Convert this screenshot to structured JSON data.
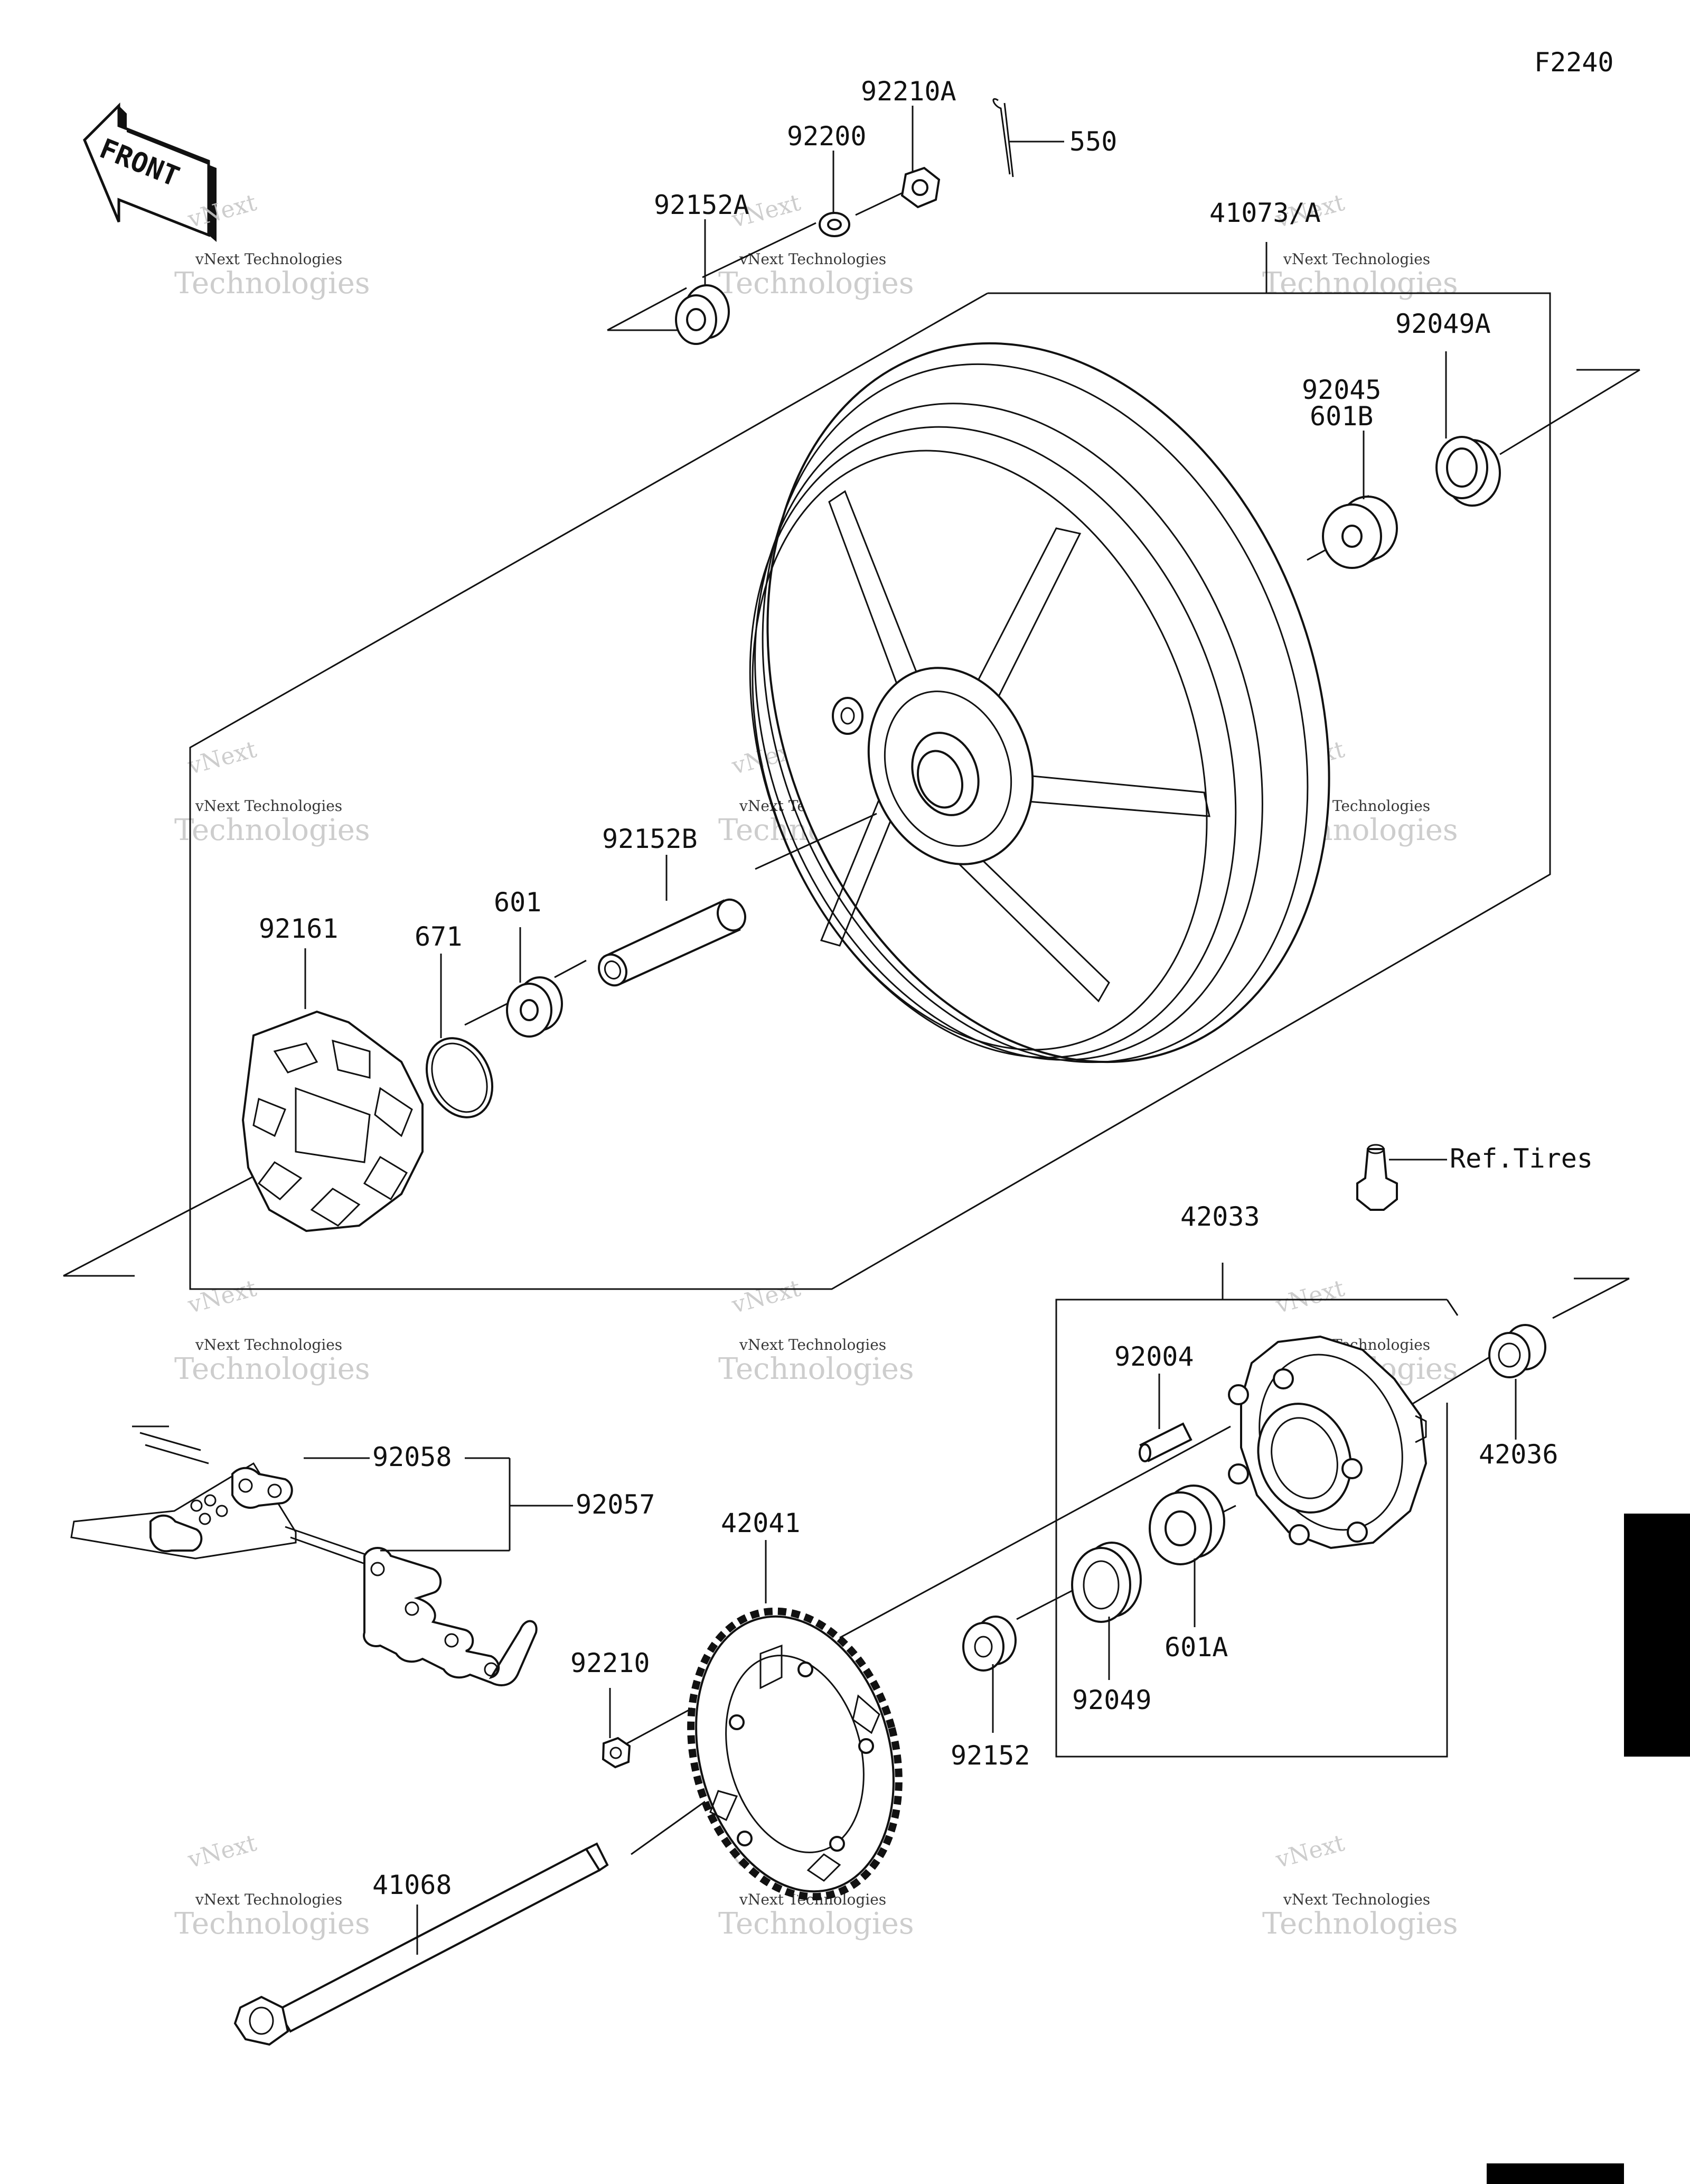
{
  "figure_code": "F2240",
  "front_marker": "FRONT",
  "watermark": {
    "line1": "vNext",
    "line2": "vNext Technologies",
    "line3": "Technologies"
  },
  "callouts": [
    {
      "id": "c-92210A",
      "text": "92210A"
    },
    {
      "id": "c-550",
      "text": "550"
    },
    {
      "id": "c-92200",
      "text": "92200"
    },
    {
      "id": "c-92152A",
      "text": "92152A"
    },
    {
      "id": "c-41073A",
      "text": "41073/A"
    },
    {
      "id": "c-92045",
      "text": "92045"
    },
    {
      "id": "c-601B",
      "text": "601B"
    },
    {
      "id": "c-92049A",
      "text": "92049A"
    },
    {
      "id": "c-92152B",
      "text": "92152B"
    },
    {
      "id": "c-92161",
      "text": "92161"
    },
    {
      "id": "c-671",
      "text": "671"
    },
    {
      "id": "c-601",
      "text": "601"
    },
    {
      "id": "c-reftires",
      "text": "Ref.Tires"
    },
    {
      "id": "c-42033",
      "text": "42033"
    },
    {
      "id": "c-92004",
      "text": "92004"
    },
    {
      "id": "c-42036",
      "text": "42036"
    },
    {
      "id": "c-92058",
      "text": "92058"
    },
    {
      "id": "c-92057",
      "text": "92057"
    },
    {
      "id": "c-42041",
      "text": "42041"
    },
    {
      "id": "c-92210",
      "text": "92210"
    },
    {
      "id": "c-601A",
      "text": "601A"
    },
    {
      "id": "c-92049",
      "text": "92049"
    },
    {
      "id": "c-92152",
      "text": "92152"
    },
    {
      "id": "c-41068",
      "text": "41068"
    }
  ]
}
